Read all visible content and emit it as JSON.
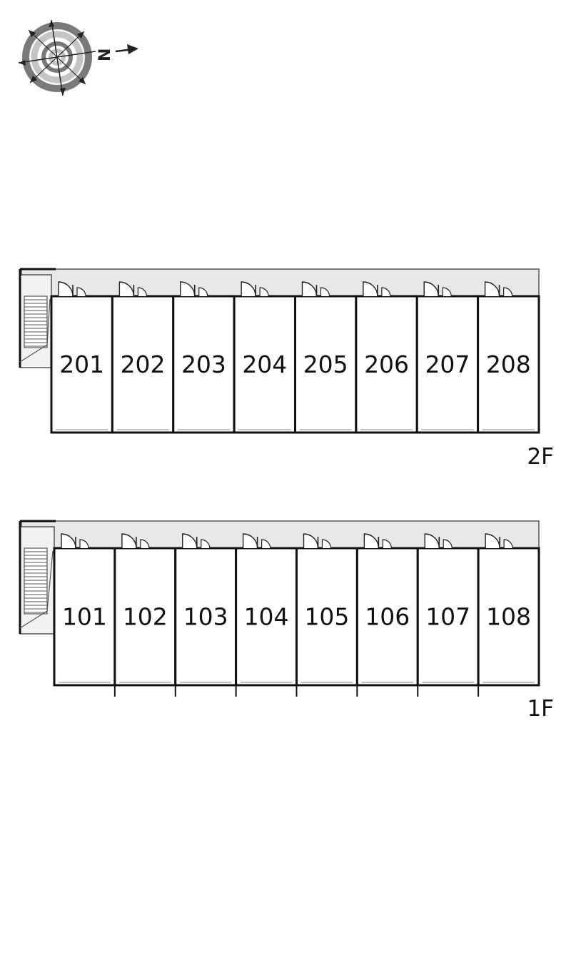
{
  "compass": {
    "icon": "compass-rose-icon",
    "north_letter": "N"
  },
  "floors": [
    {
      "id": "floor-2",
      "label": "2F",
      "units": [
        "201",
        "202",
        "203",
        "204",
        "205",
        "206",
        "207",
        "208"
      ]
    },
    {
      "id": "floor-1",
      "label": "1F",
      "units": [
        "101",
        "102",
        "103",
        "104",
        "105",
        "106",
        "107",
        "108"
      ]
    }
  ],
  "colors": {
    "wall": "#111111",
    "corridor": "#e8e8e8",
    "outline": "#555555"
  }
}
